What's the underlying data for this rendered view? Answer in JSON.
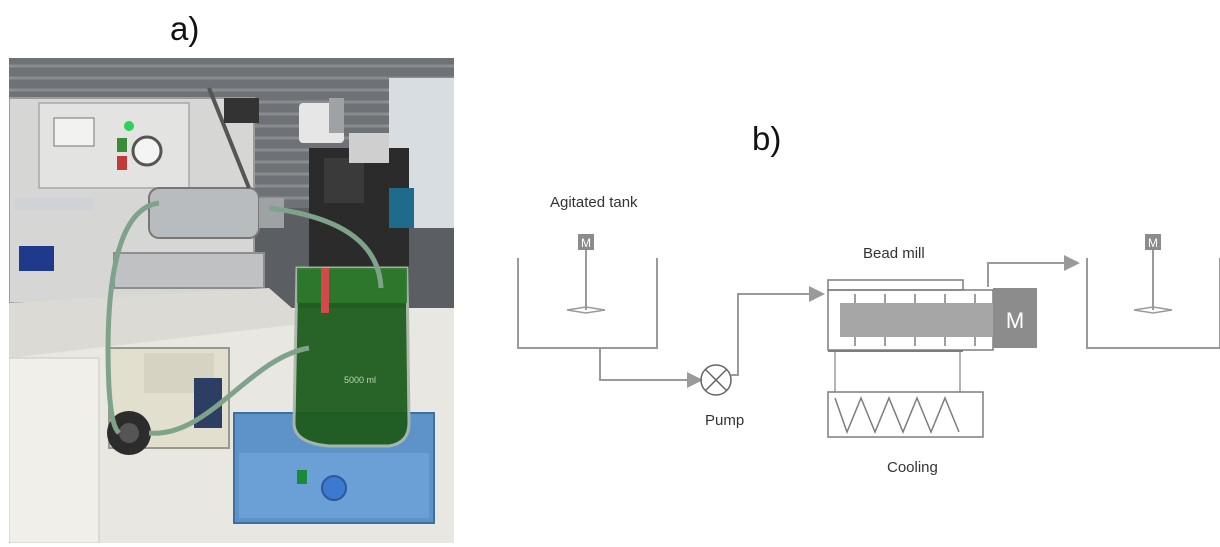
{
  "figure": {
    "panel_a_label": "a)",
    "panel_b_label": "b)"
  },
  "photo": {
    "description_icon": "lab-photo-icon",
    "beaker_label": "5000 ml"
  },
  "diagram": {
    "labels": {
      "agitated_tank": "Agitated tank",
      "bead_mill": "Bead mill",
      "pump": "Pump",
      "cooling": "Cooling",
      "motor_tank_left": "M",
      "motor_mill": "M",
      "motor_tank_right": "M"
    },
    "colors": {
      "line": "#9a9a9a",
      "mill_fill": "#a6a6a6",
      "motor_fill": "#8c8c8c"
    }
  }
}
